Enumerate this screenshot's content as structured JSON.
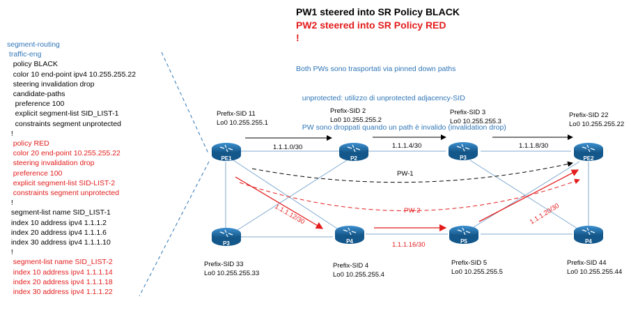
{
  "title": {
    "line1": "PW1 steered into SR Policy BLACK",
    "line2": "PW2 steered into SR Policy RED",
    "line3": "!"
  },
  "notes": [
    "Both PWs sono trasportati via pinned down paths",
    "   unprotected: utilizzo di unprotected adjacency-SID",
    "   PW sono droppati quando un path è invalido (invalidation drop)"
  ],
  "config": [
    {
      "text": "segment-routing",
      "color": "blue"
    },
    {
      "text": " traffic-eng",
      "color": "blue"
    },
    {
      "text": "   policy BLACK",
      "color": "black"
    },
    {
      "text": "   color 10 end-point ipv4 10.255.255.22",
      "color": "black"
    },
    {
      "text": "   steering invalidation drop",
      "color": "black"
    },
    {
      "text": "   candidate-paths",
      "color": "black"
    },
    {
      "text": "    preference 100",
      "color": "black"
    },
    {
      "text": "    explicit segment-list SID_LIST-1",
      "color": "black"
    },
    {
      "text": "    constraints segment unprotected",
      "color": "black"
    },
    {
      "text": "  !",
      "color": "black"
    },
    {
      "text": "   policy RED",
      "color": "red"
    },
    {
      "text": "   color 20 end-point 10.255.255.22",
      "color": "red"
    },
    {
      "text": "   steering invalidation drop",
      "color": "red"
    },
    {
      "text": "   preference 100",
      "color": "red"
    },
    {
      "text": "   explicit segment-list SID-LIST-2",
      "color": "red"
    },
    {
      "text": "   constraints segment unprotected",
      "color": "red"
    },
    {
      "text": "  !",
      "color": "black"
    },
    {
      "text": "  segment-list name SID_LIST-1",
      "color": "black"
    },
    {
      "text": "  index 10 address ipv4 1.1.1.2",
      "color": "black"
    },
    {
      "text": "  index 20 address ipv4 1.1.1.6",
      "color": "black"
    },
    {
      "text": "  index 30 address ipv4 1.1.1.10",
      "color": "black"
    },
    {
      "text": "  !",
      "color": "black"
    },
    {
      "text": "   segment-list name SID_LIST-2",
      "color": "red"
    },
    {
      "text": "   index 10 address ipv4 1.1.1.14",
      "color": "red"
    },
    {
      "text": "   index 20 address ipv4 1.1.1.18",
      "color": "red"
    },
    {
      "text": "   index 30 address ipv4 1.1.1.22",
      "color": "red"
    }
  ],
  "routers": {
    "pe1": {
      "label": "PE1",
      "sid": "Prefix-SID 11",
      "lo0": "Lo0 10.255.255.1"
    },
    "p2": {
      "label": "P2",
      "sid": "Prefix-SID 2",
      "lo0": "Lo0 10.255.255.2"
    },
    "p3t": {
      "label": "P3",
      "sid": "Prefix-SID 3",
      "lo0": "Lo0 10.255.255.3"
    },
    "pe2": {
      "label": "PE2",
      "sid": "Prefix-SID 22",
      "lo0": "Lo0 10.255.255.22"
    },
    "p3b": {
      "label": "P3",
      "sid": "Prefix-SID 33",
      "lo0": "Lo0 10.255.255.33"
    },
    "p4": {
      "label": "P4",
      "sid": "Prefix-SID 4",
      "lo0": "Lo0 10.255.255.4"
    },
    "p5": {
      "label": "P5",
      "sid": "Prefix-SID 5",
      "lo0": "Lo0 10.255.255.5"
    },
    "p4r": {
      "label": "P4",
      "sid": "Prefix-SID 44",
      "lo0": "Lo0 10.255.255.44"
    }
  },
  "links": {
    "l1": "1.1.1.0/30",
    "l2": "1.1.1.4/30",
    "l3": "1.1.1.8/30",
    "l4": "1.1.1.12/30",
    "l5": "1.1.1.16/30",
    "l6": "1.1.1.20/30"
  },
  "pw": {
    "pw1": "PW-1",
    "pw2": "PW-2"
  },
  "colors": {
    "blue_text": "#2e75b6",
    "red": "#e31b1b",
    "router": "#1f6fa8",
    "link": "#7fa9cf"
  }
}
